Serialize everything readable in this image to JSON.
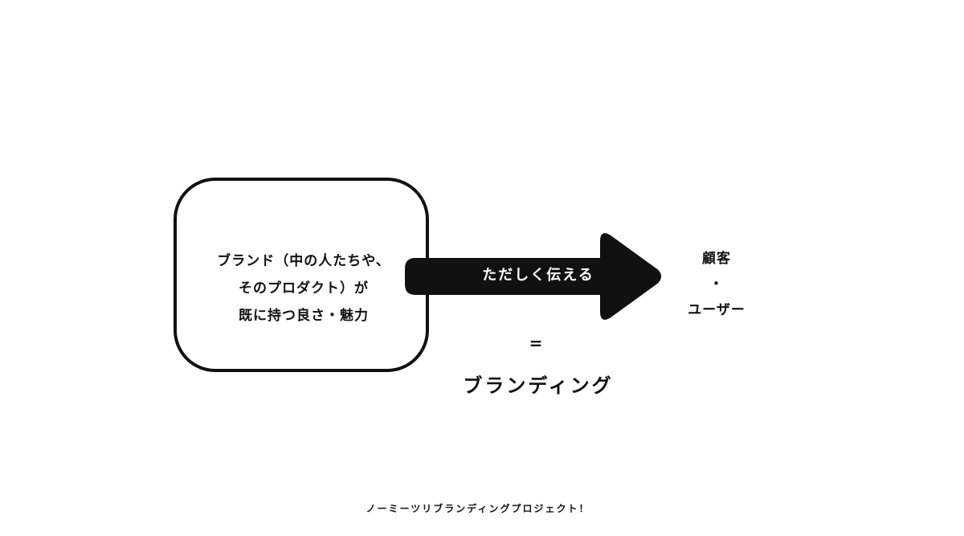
{
  "diagram": {
    "source_lines": [
      "ブランド（中の人たちや、",
      "そのプロダクト）が",
      "既に持つ良さ・魅力"
    ],
    "arrow_label": "ただしく伝える",
    "target_lines": [
      "顧客",
      "・",
      "ユーザー"
    ],
    "equals_sign": "=",
    "result_label": "ブランディング"
  },
  "footer": {
    "text": "ノーミーツリブランディングプロジェクト！"
  },
  "colors": {
    "ink": "#111111",
    "background": "#ffffff",
    "arrow_text": "#ffffff"
  }
}
